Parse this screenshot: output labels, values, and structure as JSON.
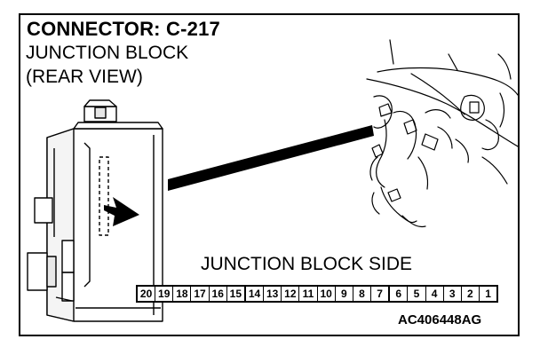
{
  "diagram": {
    "title": "CONNECTOR: C-217",
    "subtitle_line1": "JUNCTION BLOCK",
    "subtitle_line2": "(REAR VIEW)",
    "side_label": "JUNCTION BLOCK SIDE",
    "figure_code": "AC406448AG",
    "pins": [
      "20",
      "19",
      "18",
      "17",
      "16",
      "15",
      "14",
      "13",
      "12",
      "11",
      "10",
      "9",
      "8",
      "7",
      "6",
      "5",
      "4",
      "3",
      "2",
      "1"
    ]
  }
}
